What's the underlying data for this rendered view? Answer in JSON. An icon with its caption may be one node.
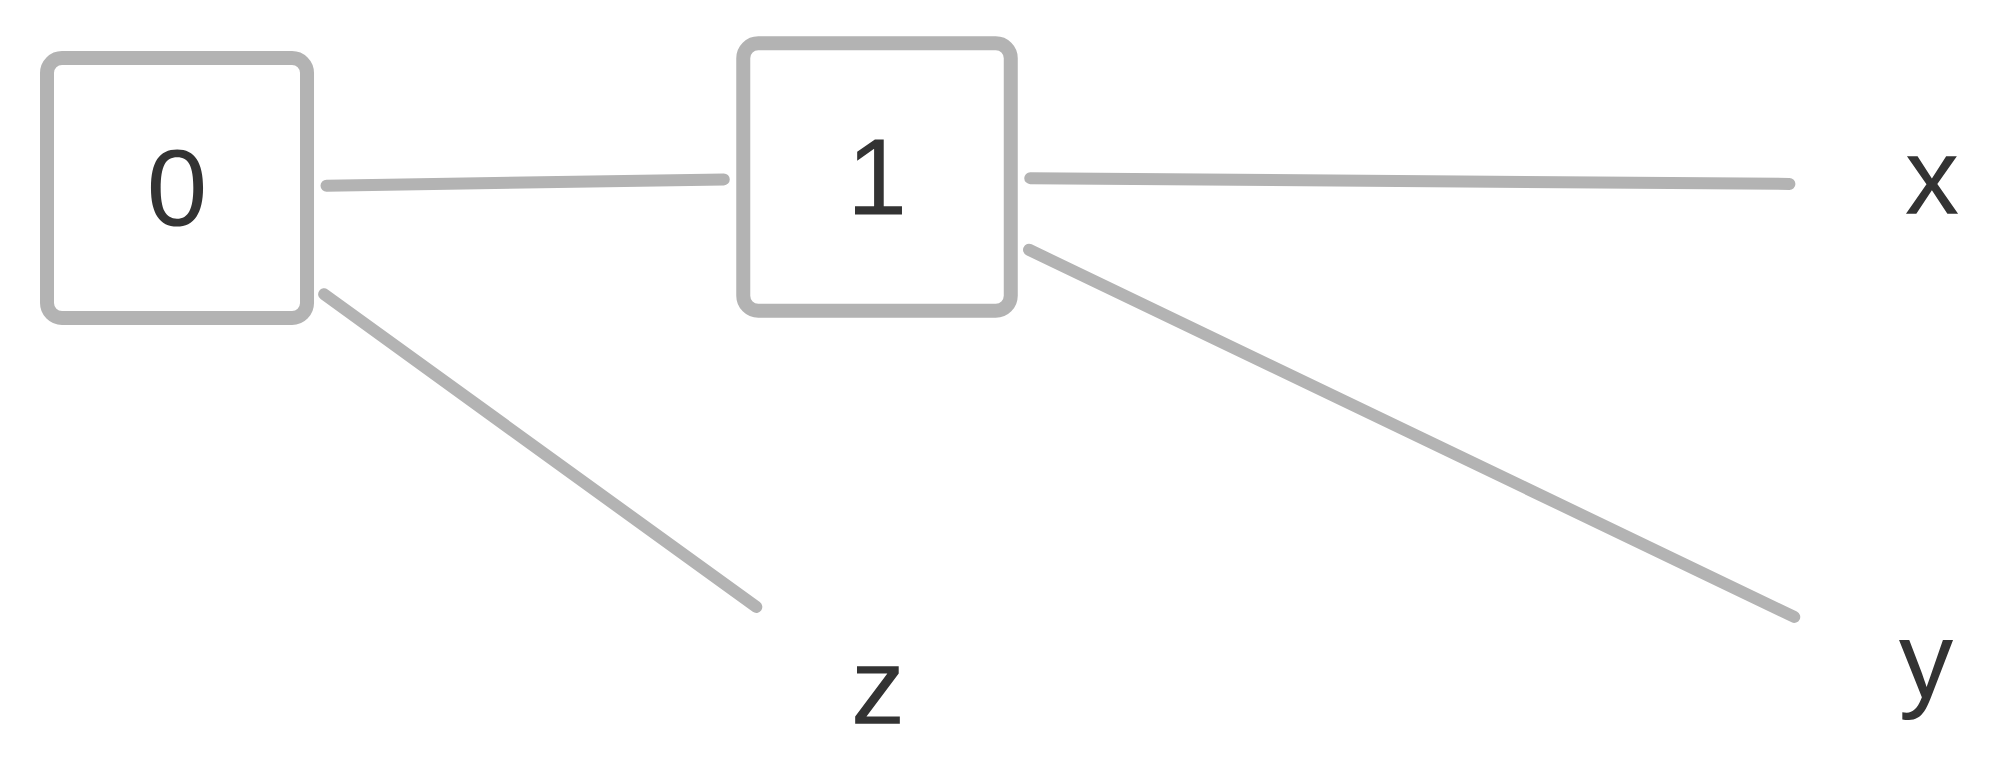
{
  "diagram": {
    "nodes": [
      {
        "text": [
          "0"
        ]
      },
      {
        "text": [
          "1"
        ]
      },
      {
        "text": [
          "x"
        ]
      },
      {
        "text": [
          "y"
        ]
      },
      {
        "text": [
          "z"
        ]
      }
    ],
    "edges": [
      {
        "from": 0,
        "to": 1,
        "arrow": "none"
      },
      {
        "from": 1,
        "to": 2,
        "arrow": "none"
      },
      {
        "from": 1,
        "to": 3,
        "arrow": "none"
      },
      {
        "from": 0,
        "to": 4,
        "arrow": "none"
      }
    ]
  }
}
